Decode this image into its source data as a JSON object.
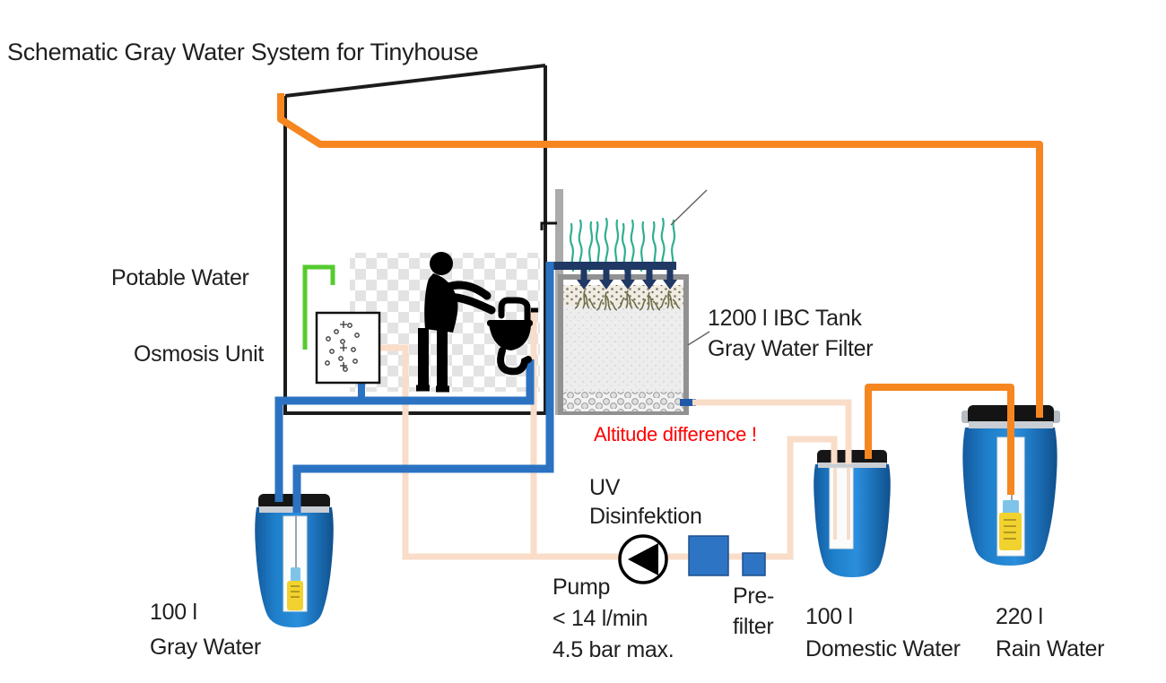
{
  "title": "Schematic Gray Water System for Tinyhouse",
  "labels": {
    "potable_water": "Potable Water",
    "osmosis_unit": "Osmosis Unit",
    "ibc_tank": {
      "line1": "1200 l IBC Tank",
      "line2": "Gray Water Filter"
    },
    "altitude_warning": "Altitude difference !",
    "uv": {
      "line1": "UV",
      "line2": "Disinfektion"
    },
    "pump": {
      "line1": "Pump",
      "line2": "< 14 l/min",
      "line3": "4.5 bar max."
    },
    "prefilter": {
      "line1": "Pre-",
      "line2": "filter"
    },
    "gray_water_barrel": {
      "line1": "100 l",
      "line2": "Gray Water"
    },
    "domestic_water_barrel": {
      "line1": "100 l",
      "line2": "Domestic Water"
    },
    "rain_water_barrel": {
      "line1": "220 l",
      "line2": "Rain Water"
    }
  },
  "colors": {
    "pipe_orange": "#f6861f",
    "pipe_blue": "#2b72c2",
    "pipe_pale": "#f9ddc9",
    "pipe_green": "#55cb2f",
    "manifold_navy": "#1f3864",
    "warning_red": "#ff0000",
    "barrel_blue": "#1b78c8",
    "plant_teal": "#2fae8f",
    "outline_black": "#1c1c1c",
    "tank_border_gray": "#919191"
  }
}
